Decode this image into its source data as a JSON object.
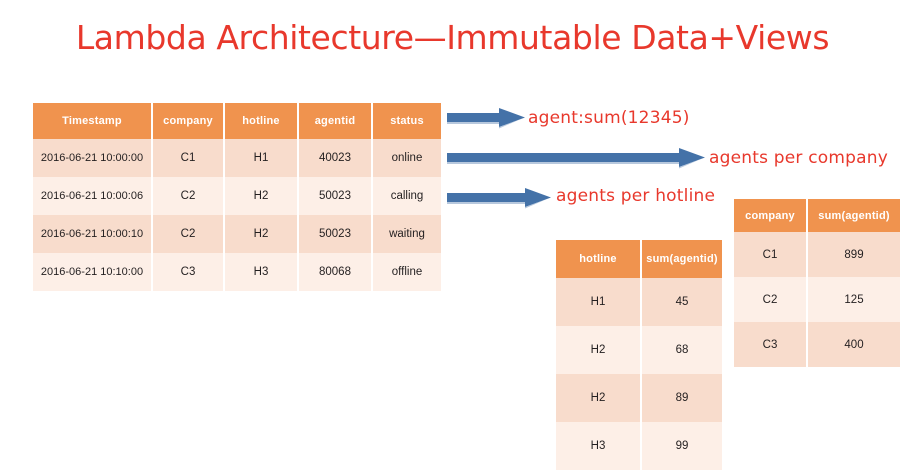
{
  "slide": {
    "title": "Lambda Architecture—Immutable Data+Views",
    "title_color": "#E8382C",
    "background_color": "#FFFFFF",
    "header_color": "#F0934E",
    "row_band_dark": "#F8DCCC",
    "row_band_light": "#FDEFE7",
    "arrow_color": "#4472A8"
  },
  "master_table": {
    "name": "immutable-event-data",
    "columns": [
      "Timestamp",
      "company",
      "hotline",
      "agentid",
      "status"
    ],
    "rows": [
      [
        "2016-06-21 10:00:00",
        "C1",
        "H1",
        "40023",
        "online"
      ],
      [
        "2016-06-21 10:00:06",
        "C2",
        "H2",
        "50023",
        "calling"
      ],
      [
        "2016-06-21 10:00:10",
        "C2",
        "H2",
        "50023",
        "waiting"
      ],
      [
        "2016-06-21 10:10:00",
        "C3",
        "H3",
        "80068",
        "offline"
      ]
    ]
  },
  "hotline_view": {
    "name": "agents-per-hotline-view",
    "columns": [
      "hotline",
      "sum(agentid)"
    ],
    "rows": [
      [
        "H1",
        "45"
      ],
      [
        "H2",
        "68"
      ],
      [
        "H2",
        "89"
      ],
      [
        "H3",
        "99"
      ]
    ]
  },
  "company_view": {
    "name": "agents-per-company-view",
    "columns": [
      "company",
      "sum(agentid)"
    ],
    "rows": [
      [
        "C1",
        "899"
      ],
      [
        "C2",
        "125"
      ],
      [
        "C3",
        "400"
      ]
    ]
  },
  "annotations": {
    "agent_sum": "agent:sum(12345)",
    "per_company": "agents per company",
    "per_hotline": "agents per hotline"
  },
  "icons": {
    "arrow_right": "arrow-right-icon"
  }
}
